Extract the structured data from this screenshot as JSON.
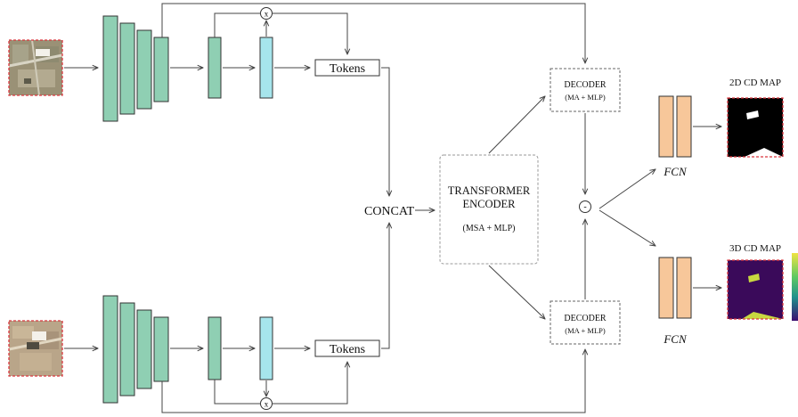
{
  "tokens_top": "Tokens",
  "tokens_bottom": "Tokens",
  "concat": "CONCAT",
  "transformer": {
    "line1": "TRANSFORMER",
    "line2": "ENCODER",
    "sub": "(MSA + MLP)"
  },
  "decoder_top": {
    "title": "DECODER",
    "sub": "(MA + MLP)"
  },
  "decoder_bottom": {
    "title": "DECODER",
    "sub": "(MA + MLP)"
  },
  "mult_symbol": "x",
  "diff_symbol": "-",
  "fcn_top": "FCN",
  "fcn_bottom": "FCN",
  "map_2d": "2D CD MAP",
  "map_3d": "3D CD MAP",
  "colors": {
    "backbone": "#8fcfb3",
    "token_feat": "#a6e5ec",
    "fcn": "#f7c79a",
    "dashed_red": "#d9363e",
    "map3d_bg": "#3a0a5a",
    "map3d_fg": "#c8d840"
  }
}
